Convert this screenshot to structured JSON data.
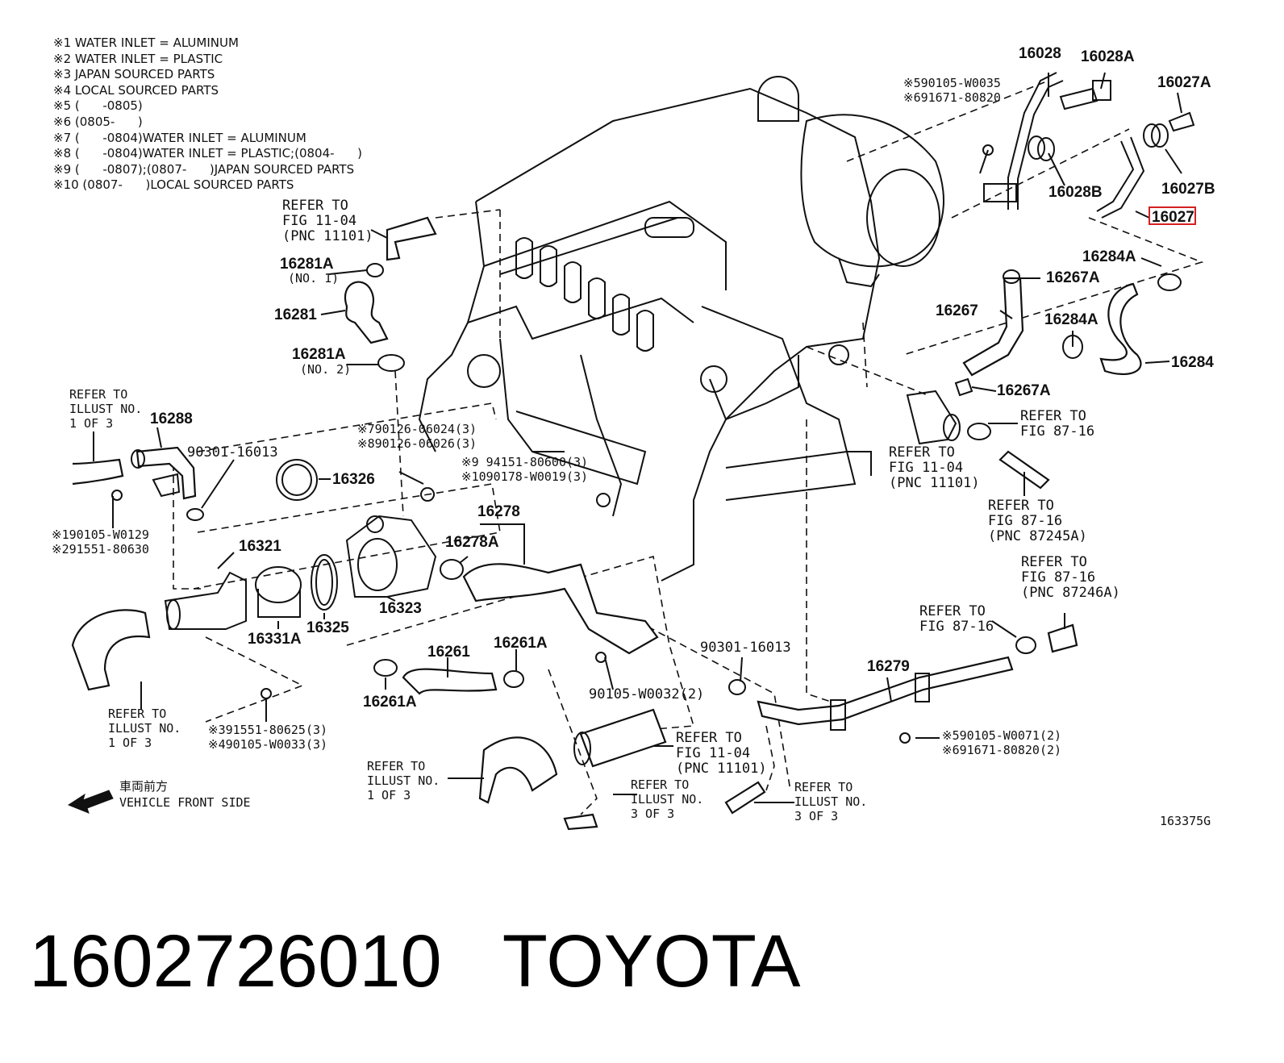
{
  "legend": [
    "※1 WATER INLET = ALUMINUM",
    "※2 WATER INLET = PLASTIC",
    "※3 JAPAN SOURCED PARTS",
    "※4 LOCAL SOURCED PARTS",
    "※5 (      -0805)",
    "※6 (0805-      )",
    "※7 (      -0804)WATER INLET = ALUMINUM",
    "※8 (      -0804)WATER INLET = PLASTIC;(0804-      )",
    "※9 (      -0807);(0807-      )JAPAN SOURCED PARTS",
    "※10 (0807-      )LOCAL SOURCED PARTS"
  ],
  "labels": {
    "p16028": "16028",
    "p16028A": "16028A",
    "p16027A": "16027A",
    "p16027B": "16027B",
    "p16028B": "16028B",
    "p16027": "16027",
    "p16284A_1": "16284A",
    "p16267A_1": "16267A",
    "p16267": "16267",
    "p16284A_2": "16284A",
    "p16284": "16284",
    "p16267A_2": "16267A",
    "p16281A_1": "16281A",
    "no1": "(NO. 1)",
    "p16281": "16281",
    "p16281A_2": "16281A",
    "no2": "(NO. 2)",
    "p16288": "16288",
    "p90301a": "90301-16013",
    "p16326": "16326",
    "p16321": "16321",
    "p16331A": "16331A",
    "p16325": "16325",
    "p16323": "16323",
    "p16278": "16278",
    "p16278A": "16278A",
    "p16261": "16261",
    "p16261A_1": "16261A",
    "p16261A_2": "16261A",
    "p90301b": "90301-16013",
    "p90105w32": "90105-W0032(2)",
    "p16279": "16279",
    "w0035": "※590105-W0035",
    "w80820": "※691671-80820",
    "r7": "※790126-06024(3)",
    "r8": "※890126-06026(3)",
    "r9": "※9  94151-80600(3)",
    "r10": "※1090178-W0019(3)",
    "r1": "※190105-W0129",
    "r2": "※291551-80630",
    "r3": "※391551-80625(3)",
    "r4": "※490105-W0033(3)",
    "r5": "※590105-W0071(2)",
    "r6": "※691671-80820(2)",
    "ref_fig1104a_1": "REFER TO",
    "ref_fig1104a_2": "FIG 11-04",
    "ref_fig1104a_3": "(PNC 11101)",
    "ref_ill1_1": "REFER TO",
    "ref_ill1_2": "ILLUST NO.",
    "ref_ill1_3": "1 OF 3",
    "ref_fig1104b_1": "REFER TO",
    "ref_fig1104b_2": "FIG 11-04",
    "ref_fig1104b_3": "(PNC 11101)",
    "ref_8716a_1": "REFER TO",
    "ref_8716a_2": "FIG 87-16",
    "ref_87245_1": "REFER TO",
    "ref_87245_2": "FIG 87-16",
    "ref_87245_3": "(PNC 87245A)",
    "ref_87246_1": "REFER TO",
    "ref_87246_2": "FIG 87-16",
    "ref_87246_3": "(PNC 87246A)",
    "ref_8716b_1": "REFER TO",
    "ref_8716b_2": "FIG 87-16",
    "ref_ill1b_1": "REFER TO",
    "ref_ill1b_2": "ILLUST NO.",
    "ref_ill1b_3": "1 OF 3",
    "ref_ill1c_1": "REFER TO",
    "ref_ill1c_2": "ILLUST NO.",
    "ref_ill1c_3": "1 OF 3",
    "ref_fig1104c_1": "REFER TO",
    "ref_fig1104c_2": "FIG 11-04",
    "ref_fig1104c_3": "(PNC 11101)",
    "ref_ill3a_1": "REFER TO",
    "ref_ill3a_2": "ILLUST NO.",
    "ref_ill3a_3": "3 OF 3",
    "ref_ill3b_1": "REFER TO",
    "ref_ill3b_2": "ILLUST NO.",
    "ref_ill3b_3": "3 OF 3",
    "front_jp": "車両前方",
    "front_en": "VEHICLE FRONT SIDE",
    "fig_code": "163375G"
  },
  "caption": {
    "part_number": "1602726010",
    "brand": "TOYOTA"
  },
  "colors": {
    "highlight": "#d42020",
    "ink": "#111111"
  }
}
